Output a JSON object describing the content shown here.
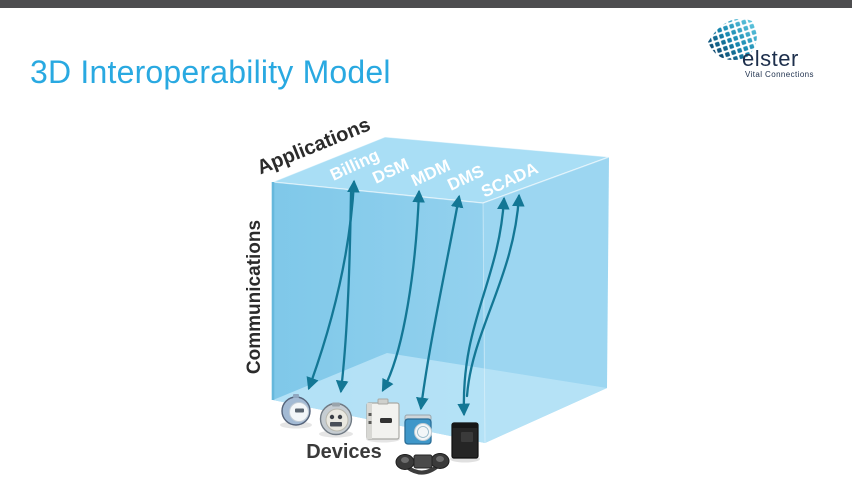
{
  "header": {
    "title": "3D Interoperability Model",
    "title_color": "#29a9e1",
    "top_bar_color": "#4d4d4f"
  },
  "logo": {
    "brand": "elster",
    "tagline": "Vital Connections",
    "text_color": "#1d2f4c",
    "mark_colors": [
      "#0d2d52",
      "#1688b0",
      "#6fd3e8"
    ]
  },
  "diagram": {
    "axes": {
      "top": "Applications",
      "left": "Communications",
      "bottom": "Devices"
    },
    "applications": [
      "Billing",
      "DSM",
      "MDM",
      "DMS",
      "SCADA"
    ],
    "device_icons": [
      "electric-meter-icon",
      "gas-meter-icon",
      "wall-module-meter-icon",
      "water-meter-icon",
      "comms-module-icon"
    ],
    "colors": {
      "cube_top": "#a9def5",
      "cube_front": "#8bcdec",
      "cube_right": "#9cd6f1",
      "cube_floor": "#b7e3f6",
      "cube_edge": "#66b8dc",
      "arrow": "#137795",
      "label_dark": "#2b2b2b",
      "label_light": "#ffffff"
    }
  }
}
